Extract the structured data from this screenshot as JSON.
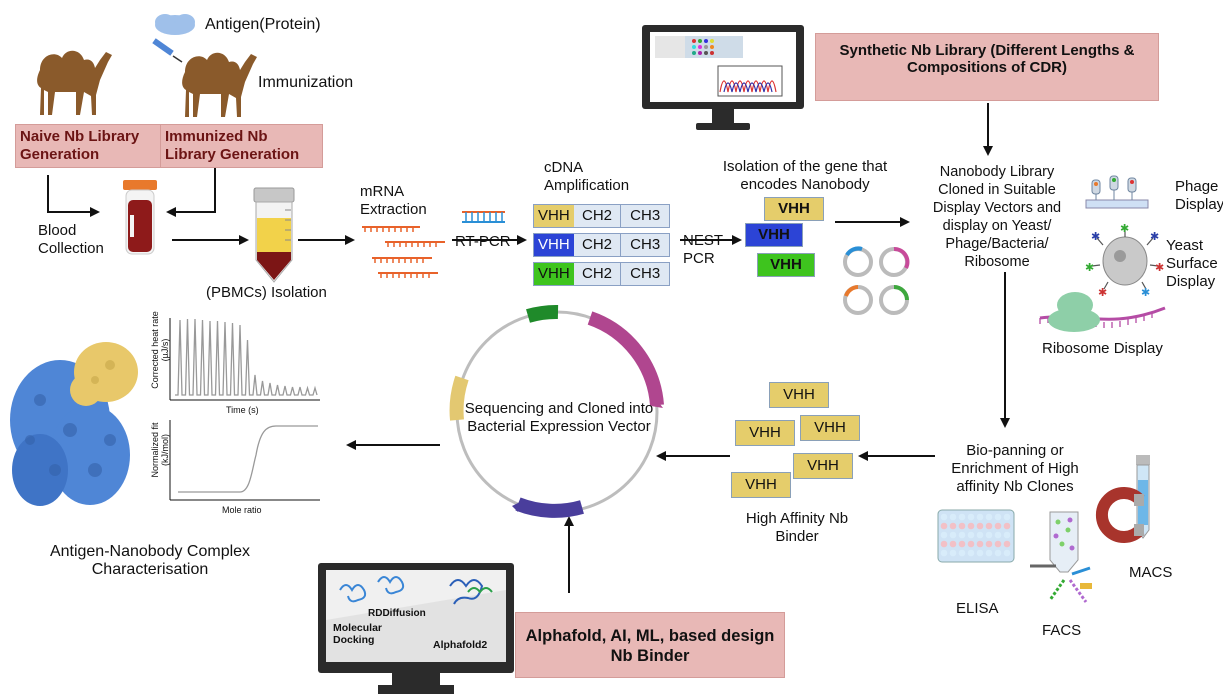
{
  "antigen_label": "Antigen(Protein)",
  "immunization_label": "Immunization",
  "naive_box": "Naive Nb Library Generation",
  "immunized_box": "Immunized Nb Library Generation",
  "blood_collection": "Blood Collection",
  "pbmc_isolation": "(PBMCs) Isolation",
  "mrna_extraction": "mRNA Extraction",
  "rt_pcr": "RT-PCR",
  "cdna_amplification": "cDNA Amplification",
  "nest_pcr": "NEST PCR",
  "gene_isolation": "Isolation of the gene that encodes Nanobody",
  "vhh": "VHH",
  "ch2": "CH2",
  "ch3": "CH3",
  "synthetic_box": "Synthetic Nb Library (Different Lengths & Compositions of CDR)",
  "nanobody_cloned": "Nanobody Library Cloned in Suitable Display Vectors and display on Yeast/ Phage/Bacteria/ Ribosome",
  "phage_display": "Phage Display",
  "yeast_display": "Yeast Surface Display",
  "ribosome_display": "Ribosome Display",
  "biopanning": "Bio-panning or Enrichment of High affinity  Nb Clones",
  "elisa": "ELISA",
  "facs": "FACS",
  "macs": "MACS",
  "high_affinity": "High Affinity Nb Binder",
  "sequencing": "Sequencing and Cloned into Bacterial Expression Vector",
  "characterisation": "Antigen-Nanobody Complex Characterisation",
  "itc_y_top": "Corrected heat rate (µJ/s)",
  "itc_x_top": "Time (s)",
  "itc_y_bottom": "Normalized fit (kJ/mol)",
  "itc_x_bottom": "Mole ratio",
  "ai_box": "Alphafold, AI, ML, based design Nb Binder",
  "monitor_rddiffusion": "RDDiffusion",
  "monitor_docking": "Molecular Docking",
  "monitor_alphafold": "Alphafold2",
  "colors": {
    "pink_box": "#e8b8b6",
    "vhh_gold": "#e5cd6b",
    "vhh_blue": "#2c44d6",
    "vhh_green": "#3ec41e",
    "plasmid_magenta": "#b0468f",
    "plasmid_purple": "#4a3e9c"
  }
}
